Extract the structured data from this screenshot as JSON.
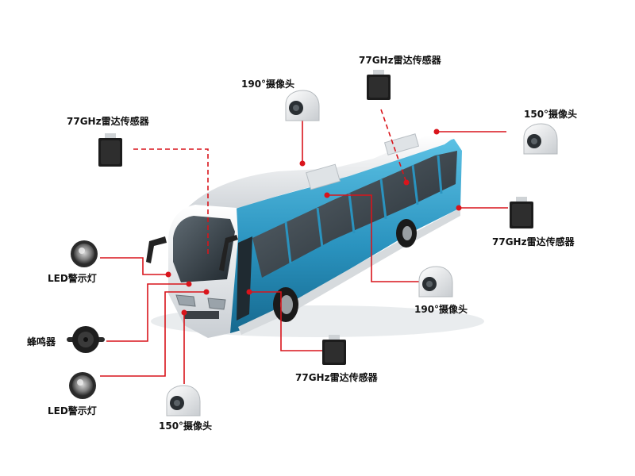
{
  "labels": {
    "radar_top": "77GHz雷达传感器",
    "radar_left": "77GHz雷达传感器",
    "radar_right": "77GHz雷达传感器",
    "radar_bottom": "77GHz雷达传感器",
    "cam190_top": "190°摄像头",
    "cam190_mid": "190°摄像头",
    "cam150_right": "150°摄像头",
    "cam150_bottom": "150°摄像头",
    "led_top": "LED警示灯",
    "led_bottom": "LED警示灯",
    "buzzer": "蜂鸣器"
  },
  "colors": {
    "line": "#d9141b",
    "bus_blue": "#2a93bf",
    "bus_white": "#eef0f2",
    "device_black": "#1c1c1c"
  },
  "icons": {
    "radar": "radar-sensor-icon",
    "camera": "dome-camera-icon",
    "led": "led-light-icon",
    "buzzer": "buzzer-icon"
  }
}
